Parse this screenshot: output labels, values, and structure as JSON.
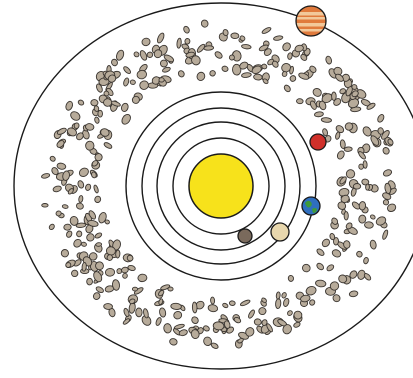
{
  "diagram": {
    "colors": {
      "background": "#ffffff",
      "orbit": "#1a1a1a",
      "sun_fill": "#f7e21b",
      "sun_stroke": "#1a1a1a",
      "asteroid_fill": "#b7ab9a",
      "asteroid_stroke": "#3a3530"
    },
    "sun": {
      "name": "sun"
    },
    "planets": [
      {
        "name": "mercury",
        "color": "#7a6a5c"
      },
      {
        "name": "venus",
        "color": "#e8d7ad"
      },
      {
        "name": "earth",
        "color": "#2f6fbf",
        "accent": "#3f9a3a"
      },
      {
        "name": "mars",
        "color": "#d0302a"
      },
      {
        "name": "jupiter",
        "color": "#e07a3c",
        "accent": "#f2c89a"
      }
    ],
    "asteroid_belt": {
      "name": "asteroid-belt"
    }
  }
}
